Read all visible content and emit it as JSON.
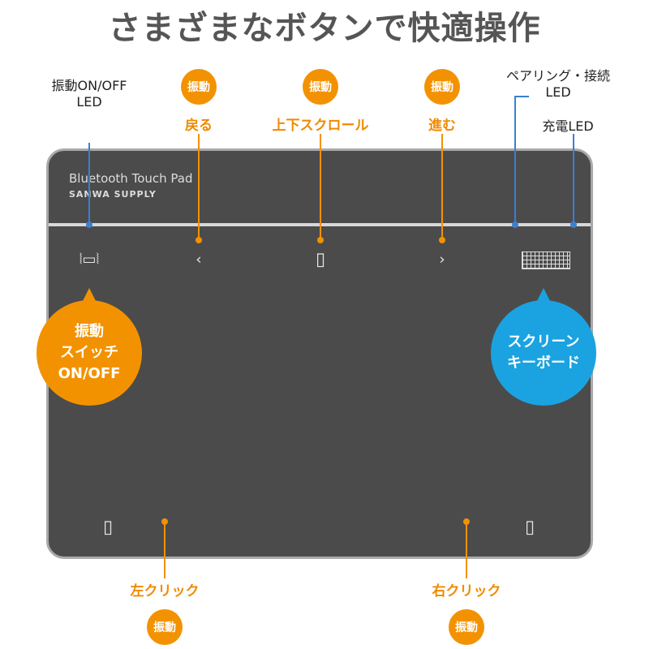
{
  "title": "さまざまなボタンで快適操作",
  "top_labels": {
    "vib_led_1": "振動ON/OFF",
    "vib_led_2": "LED",
    "back": "戻る",
    "scroll": "上下スクロール",
    "forward": "進む",
    "pair_1": "ペアリング・接続",
    "pair_2": "LED",
    "charge": "充電LED"
  },
  "vibrate": "振動",
  "pad": {
    "name": "Bluetooth Touch Pad",
    "brand": "SANWA SUPPLY"
  },
  "callouts": {
    "vib_switch": [
      "振動",
      "スイッチ",
      "ON/OFF"
    ],
    "keyboard": [
      "スクリーン",
      "キーボード"
    ]
  },
  "bottom_labels": {
    "left": "左クリック",
    "right": "右クリック"
  },
  "colors": {
    "orange": "#f39200",
    "blue": "#1aa3e0"
  }
}
